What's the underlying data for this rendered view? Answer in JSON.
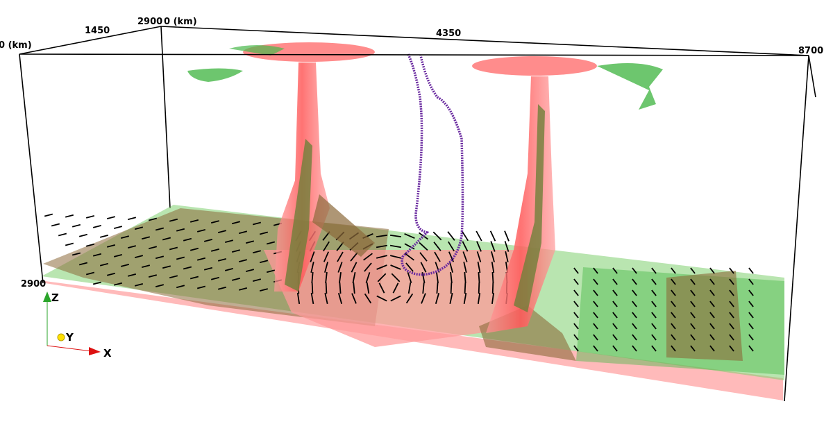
{
  "axis_ticks": {
    "top_left_origin": "0 (km)",
    "y_1450": "1450",
    "y_2900": "2900",
    "x_origin": "0 (km)",
    "x_4350": "4350",
    "x_8700": "8700",
    "z_2900": "2900"
  },
  "orientation_axes": {
    "z": "Z",
    "y": "Y",
    "x": "X"
  },
  "colors": {
    "plume_red": "#ff6f6f",
    "slab_green": "#49b84a",
    "overlap_brown": "#8c6a3a",
    "contour_purple": "#6a2aa0",
    "vectors": "#000000",
    "box": "#000000"
  }
}
